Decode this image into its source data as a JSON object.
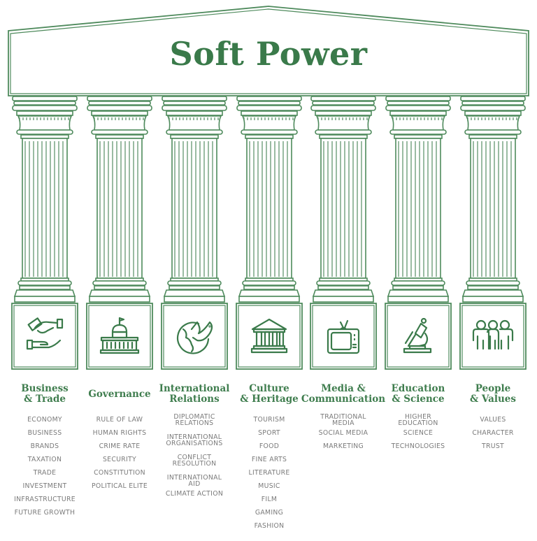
{
  "title": "Soft Power",
  "colors": {
    "accent": "#3a7a4a",
    "line": "#4e8a5c",
    "item_text": "#7a7a7a"
  },
  "pillars": [
    {
      "title": "Business\n& Trade",
      "icon": "handshake-money-icon",
      "items": [
        "ECONOMY",
        "BUSINESS",
        "BRANDS",
        "TAXATION",
        "TRADE",
        "INVESTMENT",
        "INFRASTRUCTURE",
        "FUTURE GROWTH"
      ]
    },
    {
      "title": "Governance",
      "icon": "capitol-building-icon",
      "items": [
        "RULE OF LAW",
        "HUMAN RIGHTS",
        "CRIME RATE",
        "SECURITY",
        "CONSTITUTION",
        "POLITICAL ELITE"
      ]
    },
    {
      "title": "International\nRelations",
      "icon": "globe-dove-icon",
      "items": [
        "DIPLOMATIC\nRELATIONS",
        "INTERNATIONAL\nORGANISATIONS",
        "CONFLICT\nRESOLUTION",
        "INTERNATIONAL\nAID",
        "CLIMATE ACTION"
      ]
    },
    {
      "title": "Culture\n& Heritage",
      "icon": "classical-museum-icon",
      "items": [
        "TOURISM",
        "SPORT",
        "FOOD",
        "FINE ARTS",
        "LITERATURE",
        "MUSIC",
        "FILM",
        "GAMING",
        "FASHION"
      ]
    },
    {
      "title": "Media &\nCommunication",
      "icon": "television-icon",
      "items": [
        "TRADITIONAL\nMEDIA",
        "SOCIAL MEDIA",
        "MARKETING"
      ]
    },
    {
      "title": "Education\n& Science",
      "icon": "microscope-icon",
      "items": [
        "HIGHER\nEDUCATION",
        "SCIENCE",
        "TECHNOLOGIES"
      ]
    },
    {
      "title": "People\n& Values",
      "icon": "people-group-icon",
      "items": [
        "VALUES",
        "CHARACTER",
        "TRUST"
      ]
    }
  ]
}
